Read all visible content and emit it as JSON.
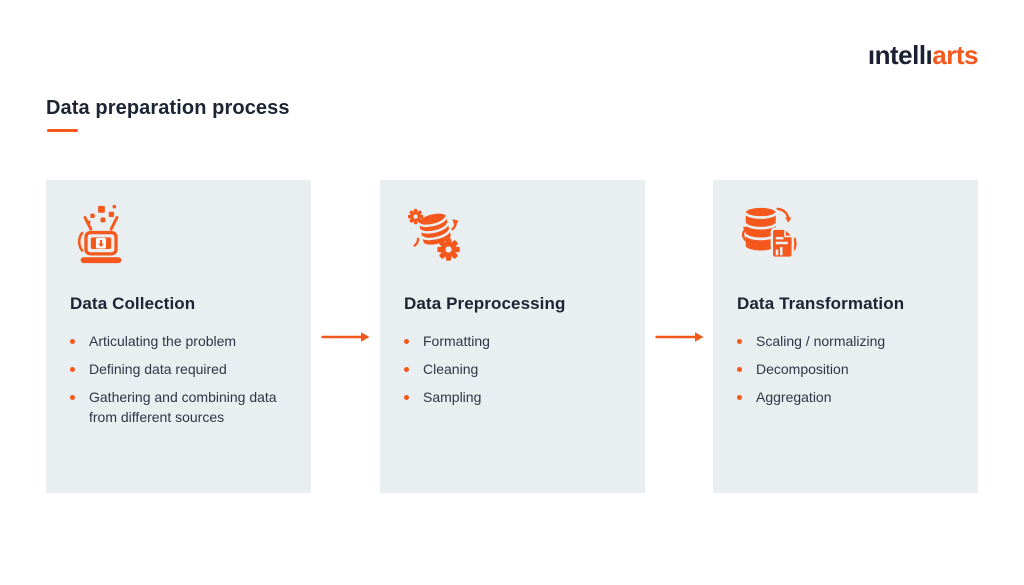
{
  "logo": {
    "text_dark": "ıntellı",
    "text_accent": "arts"
  },
  "header": {
    "title": "Data preparation process"
  },
  "colors": {
    "accent_orange": "#F4581C",
    "card_background": "#E9EEF0",
    "heading_text": "#1D2433",
    "body_text": "#2E3646",
    "logo_dark": "#1B2032",
    "page_background": "#FFFFFF"
  },
  "cards": [
    {
      "icon": "laptop-data-collection-icon",
      "title": "Data Collection",
      "bullets": [
        "Articulating the problem",
        "Defining data required",
        "Gathering and combining data from different sources"
      ]
    },
    {
      "icon": "database-gears-icon",
      "title": "Data Preprocessing",
      "bullets": [
        "Formatting",
        "Cleaning",
        "Sampling"
      ]
    },
    {
      "icon": "database-transform-icon",
      "title": "Data Transformation",
      "bullets": [
        "Scaling / normalizing",
        "Decomposition",
        "Aggregation"
      ]
    }
  ],
  "connectors": {
    "icon": "right-arrow-icon"
  }
}
